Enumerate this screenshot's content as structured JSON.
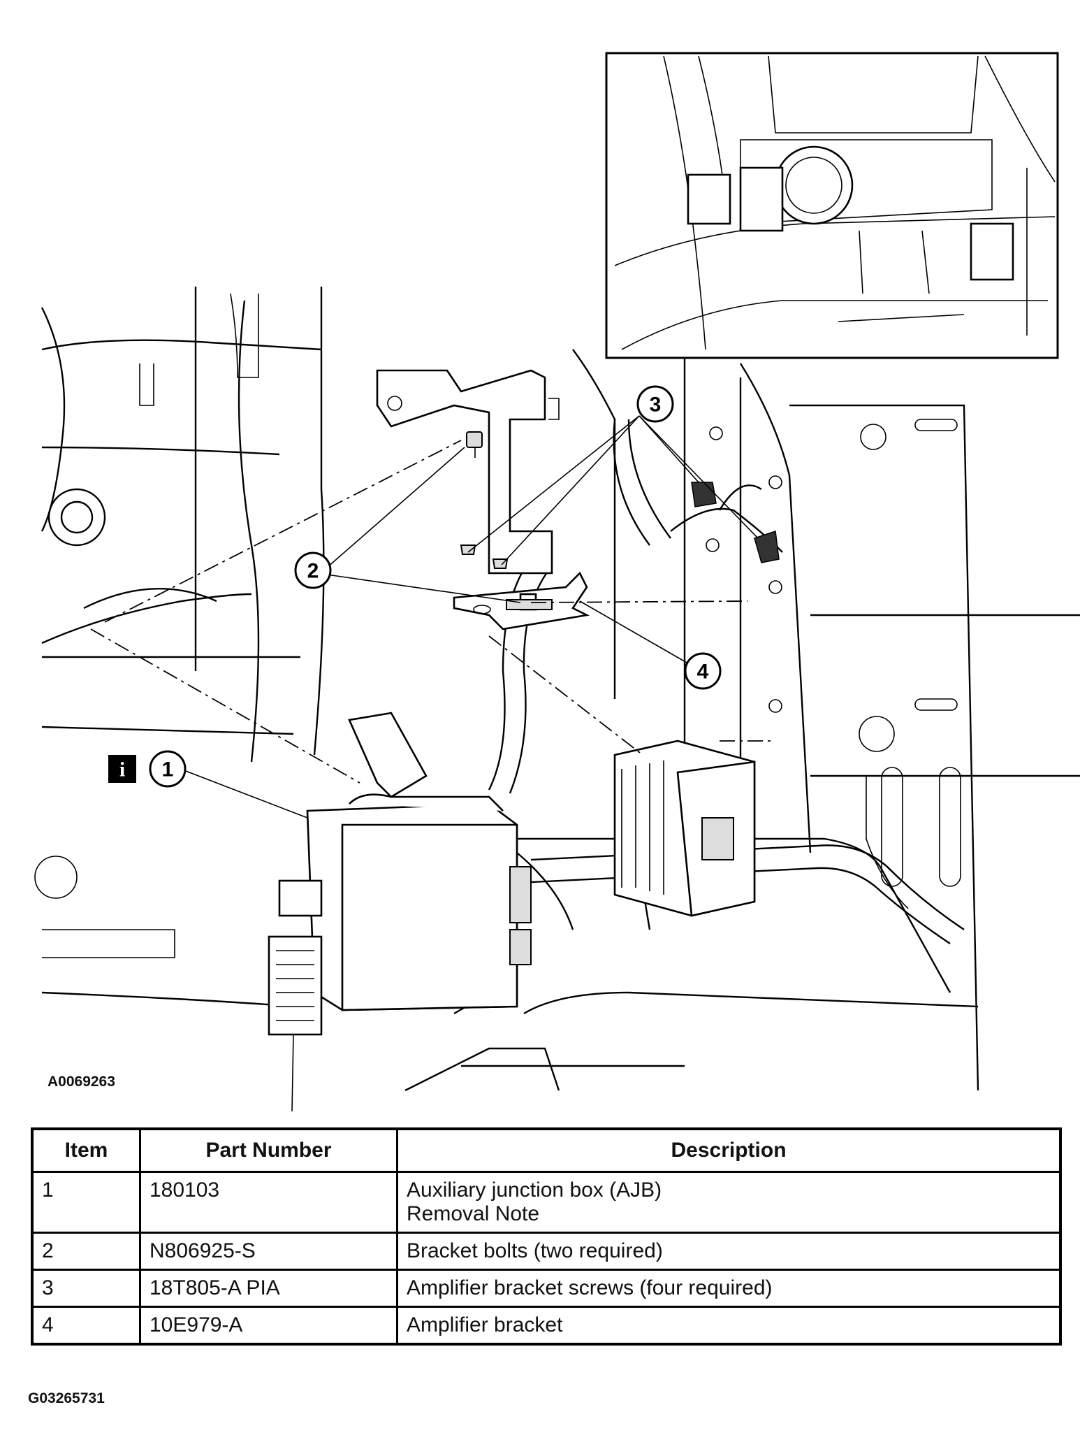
{
  "figure_code": "A0069263",
  "document_code": "G03265731",
  "info_badge": "i",
  "callouts": [
    "1",
    "2",
    "3",
    "4"
  ],
  "table": {
    "headers": [
      "Item",
      "Part Number",
      "Description"
    ],
    "rows": [
      {
        "item": "1",
        "part": "180103",
        "desc": [
          "Auxiliary junction box (AJB)",
          "Removal Note"
        ]
      },
      {
        "item": "2",
        "part": "N806925-S",
        "desc": [
          "Bracket bolts (two required)"
        ]
      },
      {
        "item": "3",
        "part": "18T805-A PIA",
        "desc": [
          "Amplifier bracket screws (four required)"
        ]
      },
      {
        "item": "4",
        "part": "10E979-A",
        "desc": [
          "Amplifier bracket"
        ]
      }
    ]
  }
}
